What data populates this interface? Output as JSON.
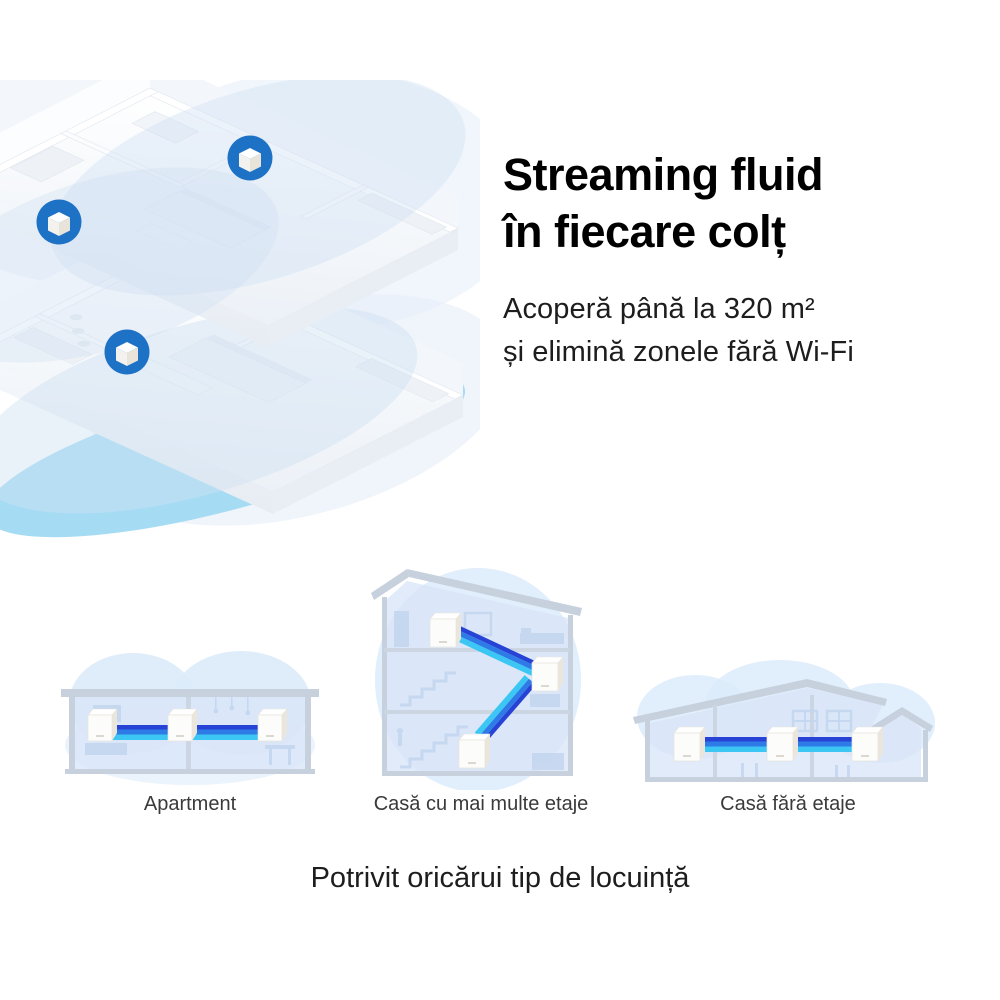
{
  "hero": {
    "title_line1": "Streaming fluid",
    "title_line2": "în fiecare colț",
    "subtitle_line1": "Acoperă până la 320 m²",
    "subtitle_line2": "și elimină zonele fără Wi-Fi"
  },
  "coverage_illustration": {
    "floors_shown": 2,
    "device_count": 3
  },
  "home_types": [
    {
      "label": "Apartment",
      "devices_shown": 3
    },
    {
      "label": "Casă cu mai multe etaje",
      "devices_shown": 3
    },
    {
      "label": "Casă fără etaje",
      "devices_shown": 3
    }
  ],
  "footer_caption": "Potrivit oricărui tip de locuință",
  "colors": {
    "device_marker_blue": "#1e72c5",
    "beam_dark_blue": "#2743d6",
    "beam_blue": "#2e7be8",
    "beam_cyan": "#3bc6f3",
    "coverage_cyan": "#a0daf3",
    "coverage_light_blue": "#cfe0f2",
    "house_outline_gray": "#c7d0dd",
    "house_interior_blue": "#d9e6f8",
    "furniture_blue": "#c3d5ef",
    "glow_blue": "#dcebfa",
    "heading_black": "#000000",
    "body_text": "#1d1d1d"
  }
}
